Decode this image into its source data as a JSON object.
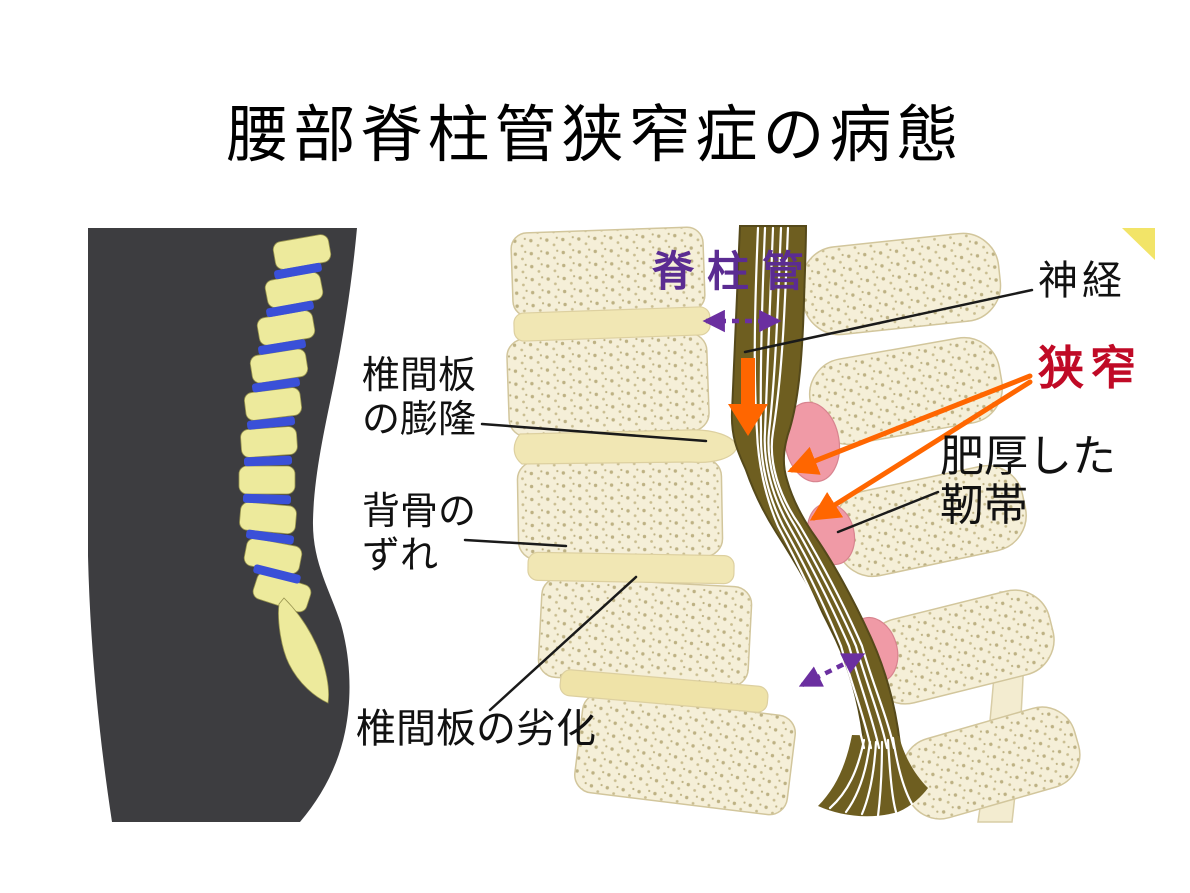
{
  "title": "腰部脊柱管狭窄症の病態",
  "figure": {
    "description": "Sagittal illustration of lumbar spinal canal stenosis with a posture silhouette on the left",
    "labels": {
      "spinal_canal": "脊柱管",
      "nerve": "神経",
      "stenosis": "狭窄",
      "disc_bulge": "椎間板\nの膨隆",
      "vertebral_slip": "背骨の\nずれ",
      "disc_degeneration": "椎間板の劣化",
      "thickened_ligament": "肥厚した\n靭帯"
    },
    "colors": {
      "spinal_canal_label": "#5b2c92",
      "stenosis_label": "#c00a26",
      "stenosis_arrow": "#ff6600",
      "canal_width_arrow": "#6b2fa0",
      "bone": "#f5efd8",
      "disc": "#f1e7b4",
      "canal": "#6e5e20",
      "nerve_fiber": "#ffffff",
      "ligament_blob": "#f09aa6",
      "silhouette_body": "#3d3d40",
      "silhouette_spine": "#edea9c",
      "silhouette_disc": "#3a50d8"
    }
  }
}
